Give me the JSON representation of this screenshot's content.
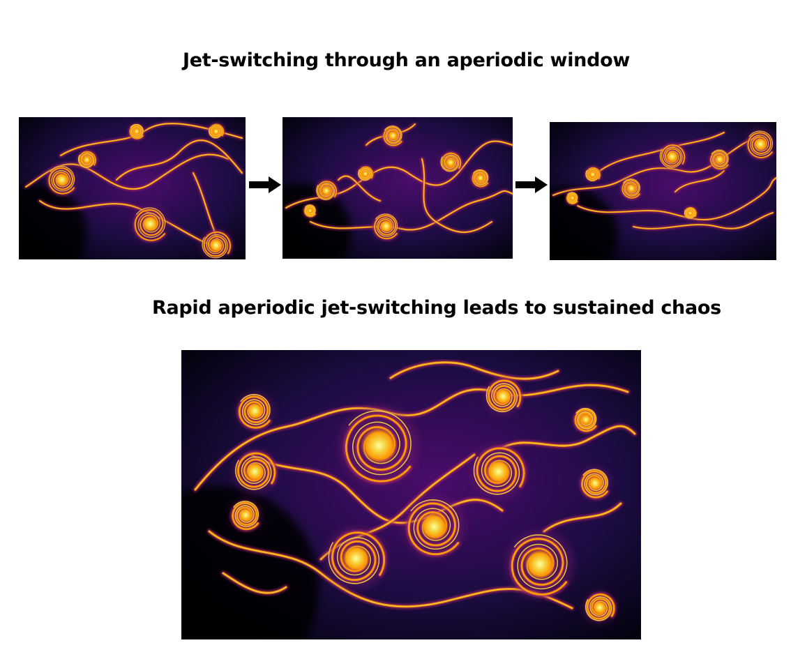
{
  "figure": {
    "top_title": "Jet-switching through an aperiodic window",
    "bottom_title": "Rapid aperiodic jet-switching leads to sustained chaos",
    "colors": {
      "background": "#ffffff",
      "text": "#000000",
      "arrow": "#000000",
      "colormap_inferno": [
        "#000004",
        "#1b0c41",
        "#4a0c6b",
        "#781c6d",
        "#a52c60",
        "#cf4446",
        "#ed6925",
        "#fb9b06",
        "#f7d13d",
        "#fcffa4"
      ]
    },
    "panels": [
      {
        "id": "panel-1",
        "image": "vorticity-snapshot-1"
      },
      {
        "id": "panel-2",
        "image": "vorticity-snapshot-2"
      },
      {
        "id": "panel-3",
        "image": "vorticity-snapshot-3"
      },
      {
        "id": "panel-big",
        "image": "vorticity-snapshot-chaos"
      }
    ],
    "arrows": [
      {
        "id": "arrow-1",
        "icon": "right-arrow-icon"
      },
      {
        "id": "arrow-2",
        "icon": "right-arrow-icon"
      }
    ]
  }
}
